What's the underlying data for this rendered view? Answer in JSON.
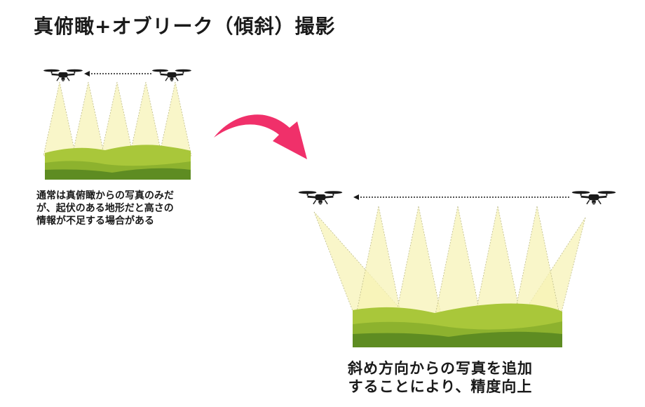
{
  "title": "真俯瞰+オブリーク（傾斜）撮影",
  "before": {
    "caption_lines": [
      "通常は真俯瞰からの写真のみだ",
      "が、起伏のある地形だと高さの",
      "情報が不足する場合がある"
    ]
  },
  "after": {
    "caption_lines": [
      "斜め方向からの写真を追加",
      "することにより、精度向上"
    ]
  },
  "colors": {
    "beam": "#f7f2b4",
    "beam_edge": "#bdbb8a",
    "terrain_light": "#a9c73a",
    "terrain_mid": "#8db22e",
    "terrain_dark": "#5e8c22",
    "arrow": "#f0306a",
    "drone": "#1a1a1a"
  },
  "icons": [
    "drone-icon",
    "dotted-arrow-left",
    "curved-arrow"
  ]
}
